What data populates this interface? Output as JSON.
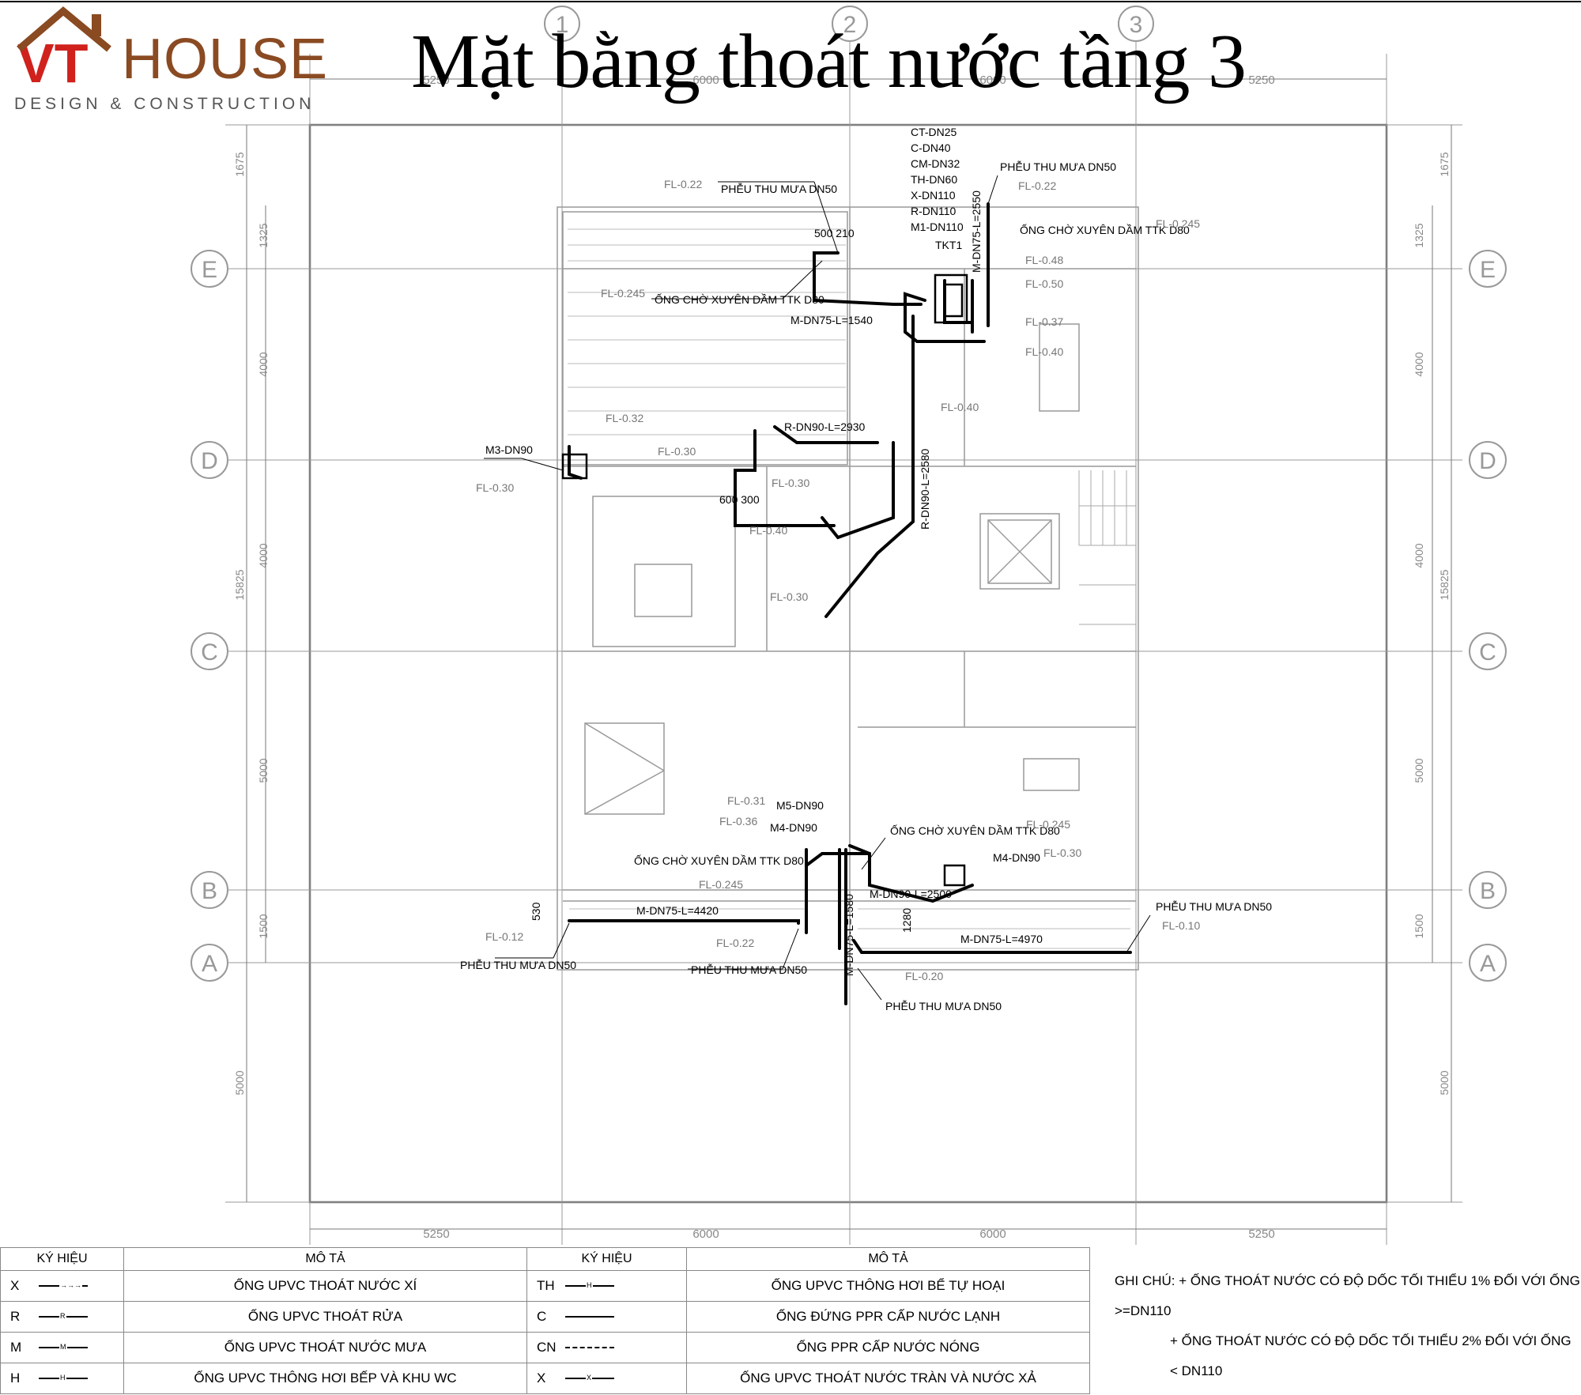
{
  "logo": {
    "vt": "VT",
    "house": "HOUSE",
    "tagline": "DESIGN & CONSTRUCTION",
    "brand_color": "#d0211c",
    "house_color": "#8a4a22"
  },
  "title": "Mặt bằng thoát nước tầng 3",
  "grid": {
    "columns": [
      "1",
      "2",
      "3"
    ],
    "rows": [
      "E",
      "D",
      "C",
      "B",
      "A"
    ],
    "dims_top": [
      "5250",
      "6000",
      "6000",
      "5250"
    ],
    "dims_bottom": [
      "5250",
      "6000",
      "6000",
      "5250"
    ],
    "dims_left": [
      "1675",
      "1325",
      "4000",
      "4000",
      "5000",
      "1500",
      "5000"
    ],
    "dims_right": [
      "1675",
      "1325",
      "4000",
      "4000",
      "5000",
      "1500",
      "5000"
    ],
    "overall_left": "15825",
    "overall_right": "15825"
  },
  "annotations": {
    "pipe_schedule": [
      "CT-DN25",
      "C-DN40",
      "CM-DN32",
      "TH-DN60",
      "X-DN110",
      "R-DN110",
      "M1-DN110",
      "TKT1"
    ],
    "fl_022_a": "FL-0.22",
    "pheu_a": "PHỄU THU MƯA DN50",
    "dim_500_210": "500 210",
    "fl_0245_a": "FL-0.245",
    "ong_cho_a": "ỐNG CHỜ XUYÊN DẦM TTK D80",
    "m_dn75_1540": "M-DN75-L=1540",
    "m_dn75_2550": "M-DN75-L=2550",
    "pheu_b": "PHỄU THU MƯA DN50",
    "fl_022_b": "FL-0.22",
    "ong_cho_b": "ỐNG CHỜ XUYÊN DẦM TTK D80",
    "fl_0245_b": "FL-0.245",
    "fl_048": "FL-0.48",
    "fl_050": "FL-0.50",
    "fl_037": "FL-0.37",
    "fl_040_a": "FL-0.40",
    "fl_040_b": "FL-0.40",
    "fl_032": "FL-0.32",
    "m3_dn90": "M3-DN90",
    "fl_030_a": "FL-0.30",
    "fl_030_b": "FL-0.30",
    "r_dn90_2930": "R-DN90-L=2930",
    "dim_600_300": "600 300",
    "fl_030_c": "FL-0.30",
    "fl_040_c": "FL-0.40",
    "r_dn90_2580": "R-DN90-L=2580",
    "fl_030_d": "FL-0.30",
    "fl_031": "FL-0.31",
    "m5_dn90": "M5-DN90",
    "fl_036": "FL-0.36",
    "m4_dn90_a": "M4-DN90",
    "ong_cho_c": "ỐNG CHỜ XUYÊN DẦM TTK D80",
    "fl_0245_c": "FL-0.245",
    "ong_cho_d": "ỐNG CHỜ XUYÊN DẦM TTK D80",
    "fl_0245_d": "FL-0.245",
    "m4_dn90_b": "M4-DN90",
    "fl_030_e": "FL-0.30",
    "m_dn90_2500": "M-DN90-L=2500",
    "dim_530": "530",
    "m_dn75_4420": "M-DN75-L=4420",
    "fl_012": "FL-0.12",
    "pheu_c": "PHỄU THU MƯA DN50",
    "fl_022_c": "FL-0.22",
    "pheu_d": "PHỄU THU MƯA DN50",
    "m_dn75_1580": "M-DN75-L=1580",
    "dim_1280": "1280",
    "m_dn75_4970": "M-DN75-L=4970",
    "pheu_e": "PHỄU THU MƯA DN50",
    "fl_010": "FL-0.10",
    "fl_020": "FL-0.20",
    "pheu_f": "PHỄU THU MƯA DN50"
  },
  "legend": {
    "headers": [
      "KÝ HIỆU",
      "MÔ TẢ",
      "KÝ HIỆU",
      "MÔ TẢ"
    ],
    "left_rows": [
      {
        "code": "X",
        "mark": "→→→",
        "desc": "ỐNG UPVC THOÁT NƯỚC XÍ"
      },
      {
        "code": "R",
        "mark": "R",
        "desc": "ỐNG UPVC THOÁT RỬA"
      },
      {
        "code": "M",
        "mark": "M",
        "desc": "ỐNG UPVC THOÁT NƯỚC MƯA"
      },
      {
        "code": "H",
        "mark": "H",
        "desc": "ỐNG UPVC THÔNG HƠI BẾP VÀ KHU WC"
      }
    ],
    "right_rows": [
      {
        "code": "TH",
        "mark": "H",
        "desc": "ỐNG UPVC THÔNG HƠI BỂ TỰ HOẠI"
      },
      {
        "code": "C",
        "mark": "",
        "desc": "ỐNG ĐỨNG PPR CẤP NƯỚC LẠNH"
      },
      {
        "code": "CN",
        "mark": "",
        "desc": "ỐNG PPR CẤP NƯỚC NÓNG"
      },
      {
        "code": "X",
        "mark": "X",
        "desc": "ỐNG UPVC THOÁT NƯỚC TRÀN VÀ NƯỚC XẢ"
      }
    ]
  },
  "notes": {
    "line1": "GHI CHÚ: + ỐNG THOÁT NƯỚC CÓ ĐỘ DỐC TỐI THIỂU 1% ĐỐI VỚI ỐNG >=DN110",
    "line2": "+ ỐNG THOÁT NƯỚC CÓ ĐỘ DỐC TỐI THIỂU 2% ĐỐI VỚI ỐNG < DN110"
  }
}
